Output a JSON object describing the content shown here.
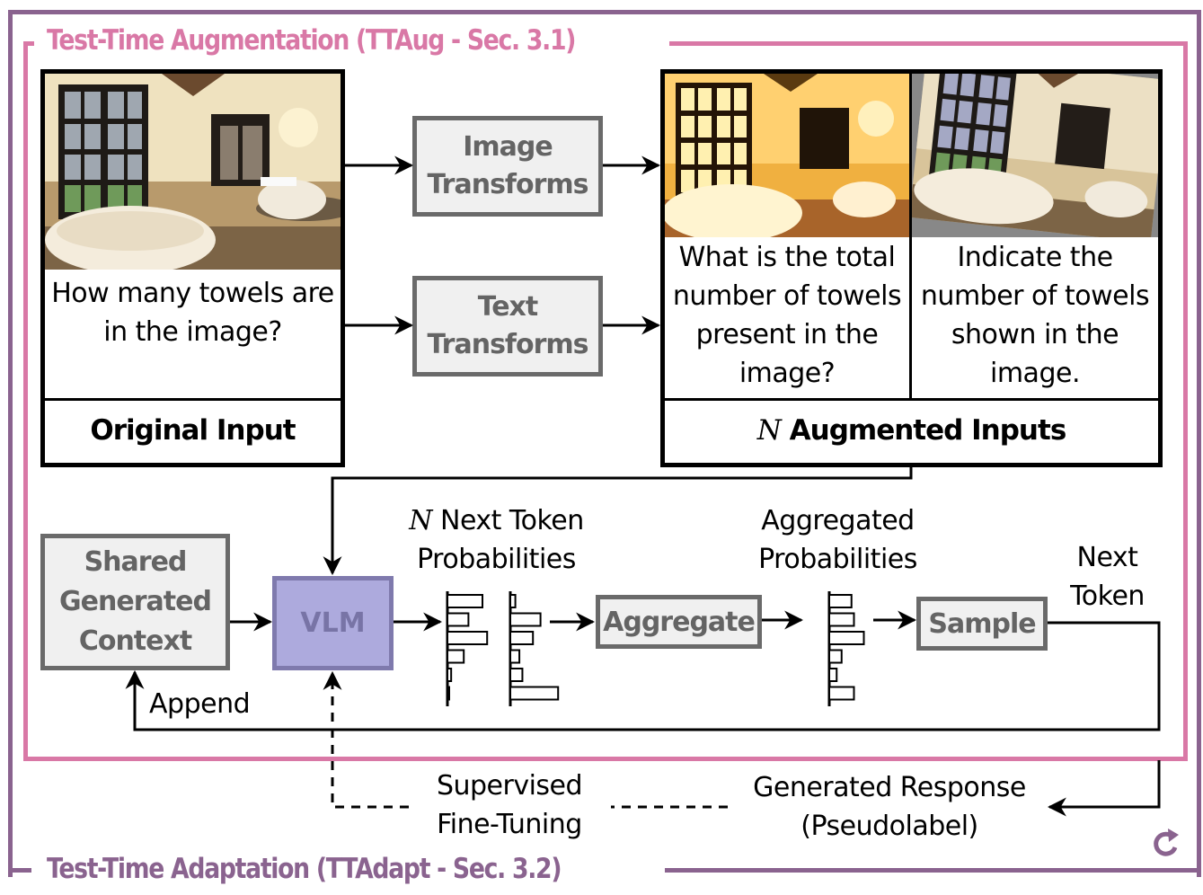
{
  "sections": {
    "augmentation_title": "Test-Time Augmentation (TTAug - Sec. 3.1)",
    "adaptation_title": "Test-Time Adaptation (TTAdapt - Sec. 3.2)"
  },
  "colors": {
    "augmentation_frame": "#d978a6",
    "adaptation_frame": "#8a638f",
    "vlm_fill": "#adaadd",
    "vlm_border": "#7f7aad",
    "process_box_fill": "#f0f0f0",
    "process_box_border": "#6a6a6a"
  },
  "original_input": {
    "image_alt": "bathroom photo",
    "question": "How many towels are in the image?",
    "label": "Original Input"
  },
  "transforms": {
    "image": "Image Transforms",
    "text": "Text Transforms"
  },
  "augmented_inputs": {
    "n_symbol": "N",
    "label": "Augmented Inputs",
    "items": [
      {
        "image_alt": "color-jittered bathroom photo",
        "question": "What is the total number of towels present in the image?"
      },
      {
        "image_alt": "rotated bathroom photo",
        "question": "Indicate the number of towels shown in the image."
      }
    ]
  },
  "pipeline": {
    "shared_context": "Shared Generated Context",
    "vlm": "VLM",
    "next_token_probs_n": "N",
    "next_token_probs": "Next Token Probabilities",
    "aggregate": "Aggregate",
    "aggregated_probs": "Aggregated Probabilities",
    "sample": "Sample",
    "next_token": "Next Token",
    "append": "Append"
  },
  "adaptation": {
    "sft": "Supervised Fine-Tuning",
    "generated_response": "Generated Response",
    "pseudolabel": "(Pseudolabel)",
    "refresh_icon": "refresh-icon"
  },
  "histograms": {
    "dist_1": [
      0.75,
      0.45,
      0.85,
      0.35,
      0.08,
      0.02
    ],
    "dist_2": [
      0.1,
      0.6,
      0.45,
      0.18,
      0.24,
      0.95
    ],
    "aggregated": [
      0.45,
      0.5,
      0.7,
      0.25,
      0.15,
      0.5
    ]
  }
}
